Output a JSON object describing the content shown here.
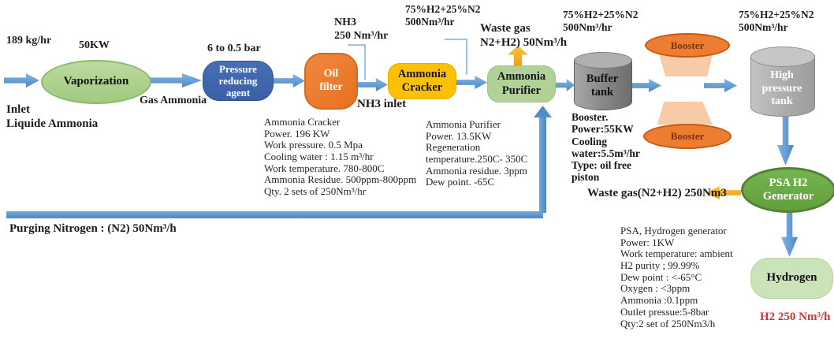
{
  "colors": {
    "arrow_blue": "#5b9bd5",
    "node_blue": "#3e68b0",
    "node_orange": "#ed7d31",
    "node_yellow": "#ffc000",
    "node_green_dark": "#6cab47",
    "node_green_light": "#aed096",
    "hydrogen_green": "#cbe3b8",
    "booster_trapezoid": "#f7caa8",
    "waste_arrow_yellow": "#f3ac12",
    "tank_gray": "#9b9b9b",
    "h2_text_red": "#cf3630"
  },
  "nodes": {
    "vaporization": "Vaporization",
    "pressure_reducing_agent": "Pressure\nreducing\nagent",
    "oil_filter": "Oil\nfilter",
    "ammonia_cracker": "Ammonia\nCracker",
    "ammonia_purifier": "Ammonia\nPurifier",
    "buffer_tank": "Buffer\ntank",
    "booster_top": "Booster",
    "booster_bottom": "Booster",
    "high_pressure_tank": "High\npressure\ntank",
    "psa_h2_generator": "PSA H2\nGenerator",
    "hydrogen": "Hydrogen"
  },
  "labels": {
    "inlet_rate": "189 kg/hr",
    "vaporization_power": "50KW",
    "inlet_stream": "Inlet\nLiquide Ammonia",
    "gas_ammonia": "Gas Ammonia",
    "pressure_range": "6 to 0.5 bar",
    "nh3_flow": "NH3\n250 Nm³/hr",
    "nh3_inlet": "NH3 inlet",
    "cracker_outlet": "75%H2+25%N2\n500Nm³/hr",
    "purifier_waste_gas": "Waste gas\nN2+H2) 50Nm³/h",
    "buffer_inlet": "75%H2+25%N2\n500Nm³/hr",
    "hp_tank_inlet": "75%H2+25%N2\n500Nm³/hr",
    "psa_waste_gas": "Waste gas(N2+H2) 250Nm3",
    "purging_nitrogen": "Purging Nitrogen : (N2) 50Nm³/h",
    "h2_output": "H2 250 Nm³/h"
  },
  "specs": {
    "ammonia_cracker": "Ammonia Cracker\nPower. 196 KW\nWork pressure. 0.5 Mpa\nCooling water : 1.15 m³/hr\nWork temperature. 780-800C\nAmmonia Residue. 500ppm-800ppm\nQty. 2 sets of 250Nm³/hr",
    "ammonia_purifier": "Ammonia Purifier\nPower. 13.5KW\nRegeneration\ntemperature.250C- 350C\nAmmonia residue. 3ppm\nDew point. -65C",
    "booster": "Booster.\nPower:55KW\nCooling\nwater:5.5m³/hr\nType: oil free\npiston",
    "psa": "PSA, Hydrogen generator\nPower: 1KW\nWork temperature: ambient\nH2 purity ;  99.99%\nDew point :  <-65°C\nOxygen :  <3ppm\n Ammonia :0.1ppm\nOutlet pressue:5-8bar\nQty:2 set of 250Nm3/h"
  }
}
